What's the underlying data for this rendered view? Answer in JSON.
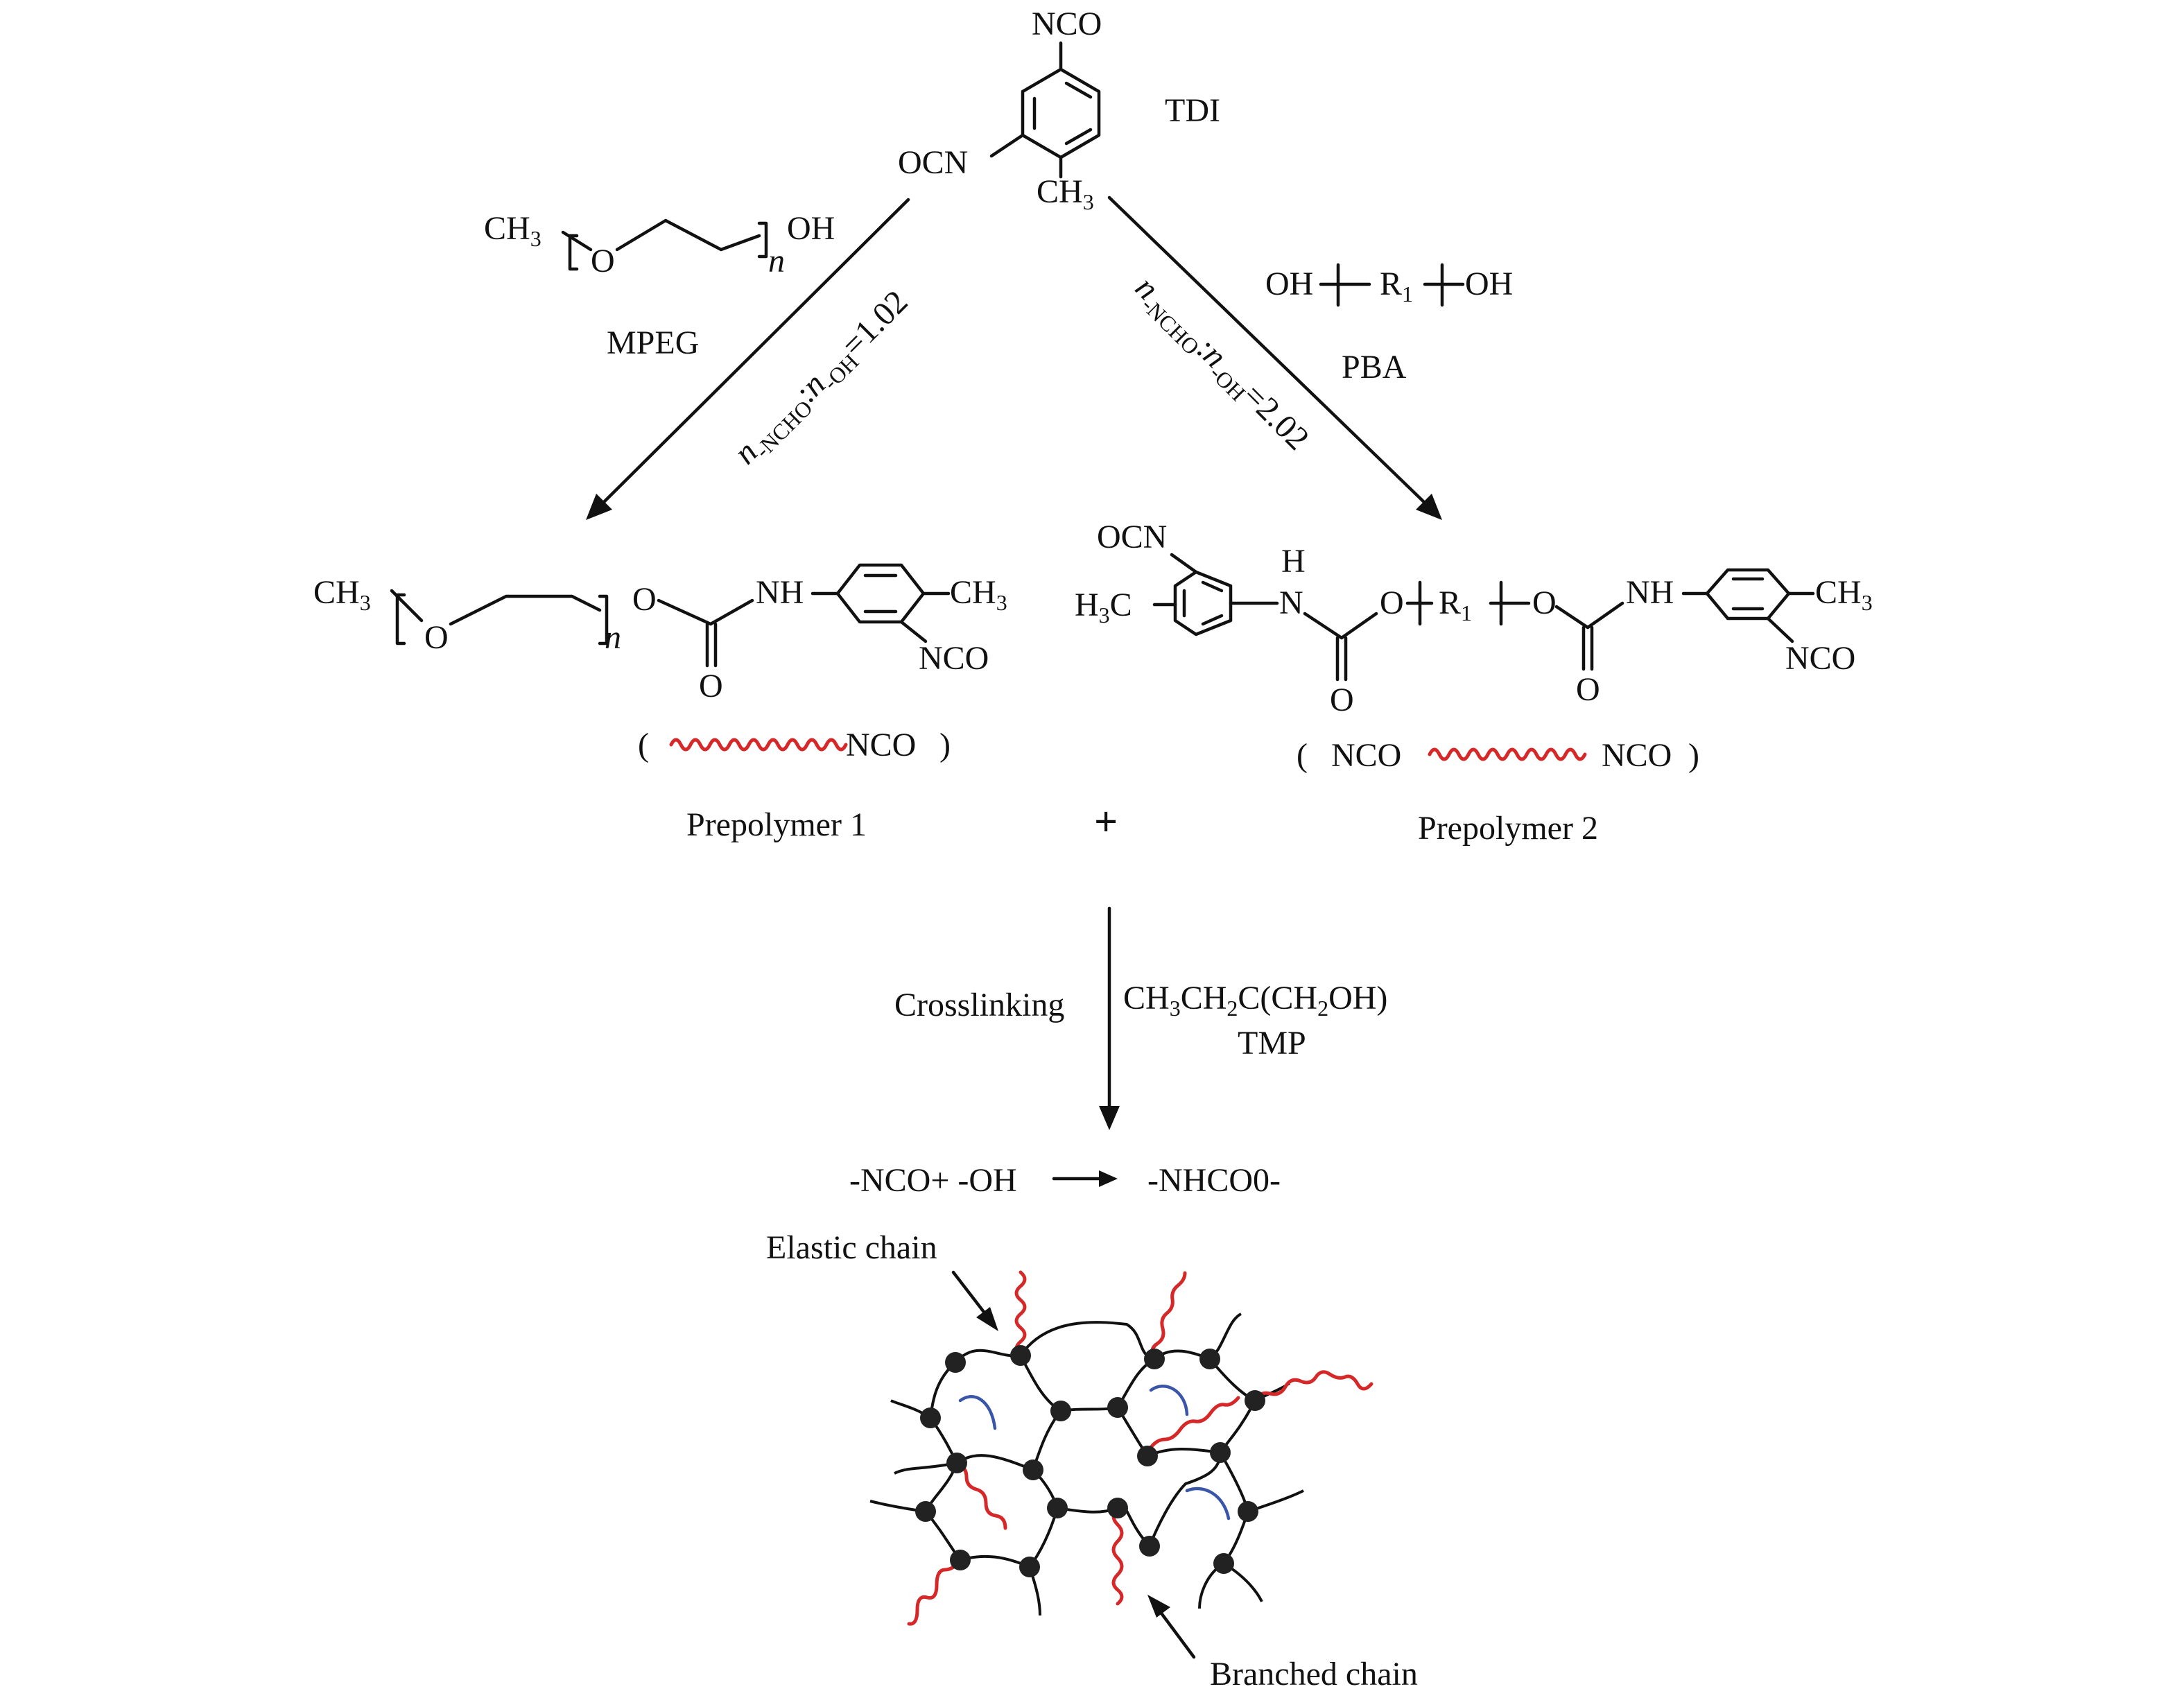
{
  "tdi": {
    "label": "TDI",
    "nco_top": "NCO",
    "ocn": "OCN",
    "ch3": "CH",
    "ch3_sub": "3"
  },
  "mpeg": {
    "ch3": "CH",
    "ch3_sub": "3",
    "o": "O",
    "n": "n",
    "oh": "OH",
    "label": "MPEG"
  },
  "pba": {
    "oh_left": "OH",
    "r1": "R",
    "r1_sub": "1",
    "oh_right": "OH",
    "label": "PBA"
  },
  "ratio_left": {
    "n1": "n",
    "s1": "-NCHO",
    "colon": ":",
    "n2": "n",
    "s2": "-OH",
    "eq": "=1.02"
  },
  "ratio_right": {
    "n1": "n",
    "s1": "-NCHO",
    "colon": ":",
    "n2": "n",
    "s2": "-OH",
    "eq": "=2.02"
  },
  "prepolymer1": {
    "ch3": "CH",
    "ch3_sub": "3",
    "o_ring": "O",
    "n": "n",
    "o_ester": "O",
    "nh": "NH",
    "ch3_ring": "CH",
    "ch3_ring_sub": "3",
    "nco": "NCO",
    "o_carbonyl": "O",
    "schema_open": "(",
    "schema_nco": "NCO",
    "schema_close": ")",
    "label": "Prepolymer 1"
  },
  "plus": "+",
  "prepolymer2": {
    "ocn": "OCN",
    "h3c": "H",
    "h3c_sub": "3",
    "h3c_tail": "C",
    "h": "H",
    "n": "N",
    "o_left": "O",
    "r1": "R",
    "r1_sub": "1",
    "o_right": "O",
    "nh": "NH",
    "ch3": "CH",
    "ch3_sub": "3",
    "nco": "NCO",
    "o_carbonyl_left": "O",
    "o_carbonyl_right": "O",
    "schema_open": "(",
    "schema_nco_left": "NCO",
    "schema_nco_right": "NCO",
    "schema_close": ")",
    "label": "Prepolymer 2"
  },
  "crosslink": {
    "label": "Crosslinking",
    "tmp_formula": "CH",
    "tmp_sub1": "3",
    "tmp_mid1": "CH",
    "tmp_sub2": "2",
    "tmp_mid2": "C(CH",
    "tmp_sub3": "2",
    "tmp_tail": "OH)",
    "tmp_name": "TMP"
  },
  "reaction": {
    "left": "-NCO+ -OH",
    "right": "-NHCO0-"
  },
  "network": {
    "elastic_label": "Elastic chain",
    "branched_label": "Branched chain"
  },
  "colors": {
    "red_chain": "#d62828",
    "blue_chain": "#3a56a8",
    "node": "#222222",
    "line": "#111111"
  }
}
